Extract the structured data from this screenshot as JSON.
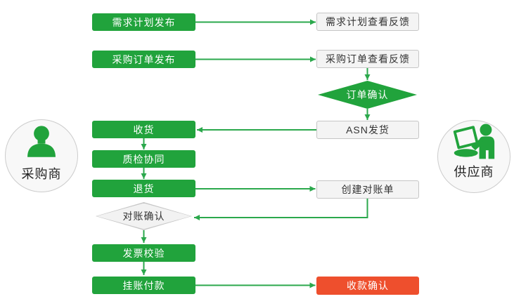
{
  "actors": {
    "buyer": "采购商",
    "supplier": "供应商"
  },
  "nodes": {
    "demand_plan_publish": "需求计划发布",
    "demand_plan_feedback": "需求计划查看反馈",
    "po_publish": "采购订单发布",
    "po_feedback": "采购订单查看反馈",
    "order_confirm": "订单确认",
    "asn_ship": "ASN发货",
    "receive_goods": "收货",
    "quality_collab": "质检协同",
    "return_goods": "退货",
    "create_statement": "创建对账单",
    "statement_confirm": "对账确认",
    "invoice_verify": "发票校验",
    "book_payment": "挂账付款",
    "payment_confirm": "收款确认"
  },
  "colors": {
    "green": "#21a33c",
    "line": "#2ba84c",
    "red": "#ee4f2d",
    "node_bg": "#f4f4f4",
    "node_border": "#c6c6c6",
    "diamond_gray_bg": "#f2f2f2",
    "circle_bg": "#f8f8f8",
    "circle_border": "#cccccc",
    "text_dark": "#333333"
  }
}
